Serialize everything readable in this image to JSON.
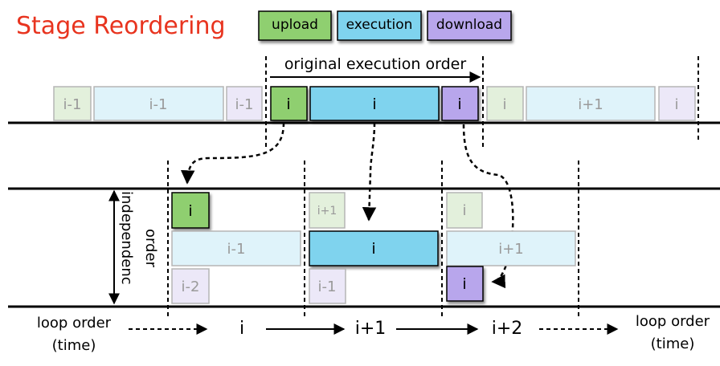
{
  "title": "Stage Reordering",
  "legend": [
    {
      "label": "upload",
      "color": "#8fcf6f"
    },
    {
      "label": "execution",
      "color": "#7fd3ee"
    },
    {
      "label": "download",
      "color": "#b8a6ec"
    }
  ],
  "colors": {
    "title": "#e8341f",
    "upload": "#8fcf6f",
    "execution": "#7fd3ee",
    "download": "#b8a6ec",
    "upload_faded": "#e3f0dc",
    "execution_faded": "#dff3fa",
    "download_faded": "#ece8f8"
  },
  "top_timeline": {
    "arrow_label": "original execution order",
    "blocks": [
      "i-1",
      "i-1",
      "i-1",
      "i",
      "i",
      "i",
      "i",
      "i+1",
      "i"
    ]
  },
  "reordered": {
    "stack_label_left": "independenc",
    "stack_label_right": "order",
    "blocks": [
      "i",
      "i-1",
      "i-2",
      "i+1",
      "i",
      "i-1",
      "i",
      "i+1",
      "i"
    ]
  },
  "bottom_axis": {
    "loop_order_left": [
      "loop order",
      "(time)"
    ],
    "loop_order_right": [
      "loop order",
      "(time)"
    ],
    "iterations": [
      "i",
      "i+1",
      "i+2"
    ]
  }
}
